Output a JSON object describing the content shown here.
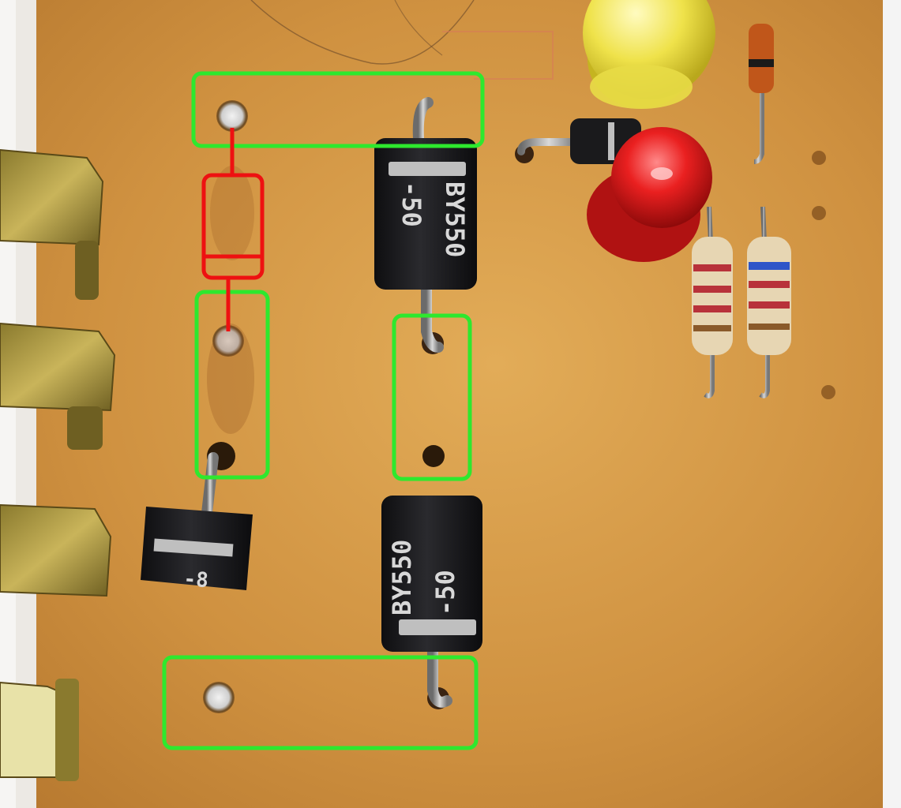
{
  "colors": {
    "board": "#c98a3a",
    "board_light": "#d9a04e",
    "board_dark": "#a8692a",
    "annotation_green": "#2ee82e",
    "annotation_red": "#ee1111",
    "diode_body": "#1b1b1d",
    "diode_band": "#c8c8c8",
    "brass": "#b8a24a",
    "led_yellow": "#f2e84a",
    "led_red": "#e81e1e",
    "resistor_body": "#e9d9b8",
    "edge_white": "#f0f0f0"
  },
  "diode_top": {
    "line1": "BY550",
    "line2": "-50"
  },
  "diode_bottom": {
    "line1": "BY550",
    "line2": "-50"
  },
  "diode_left": {
    "partial": "-8"
  },
  "icons": [
    "diode",
    "led-yellow",
    "led-red",
    "resistor",
    "solder-hole",
    "annotation-box"
  ]
}
